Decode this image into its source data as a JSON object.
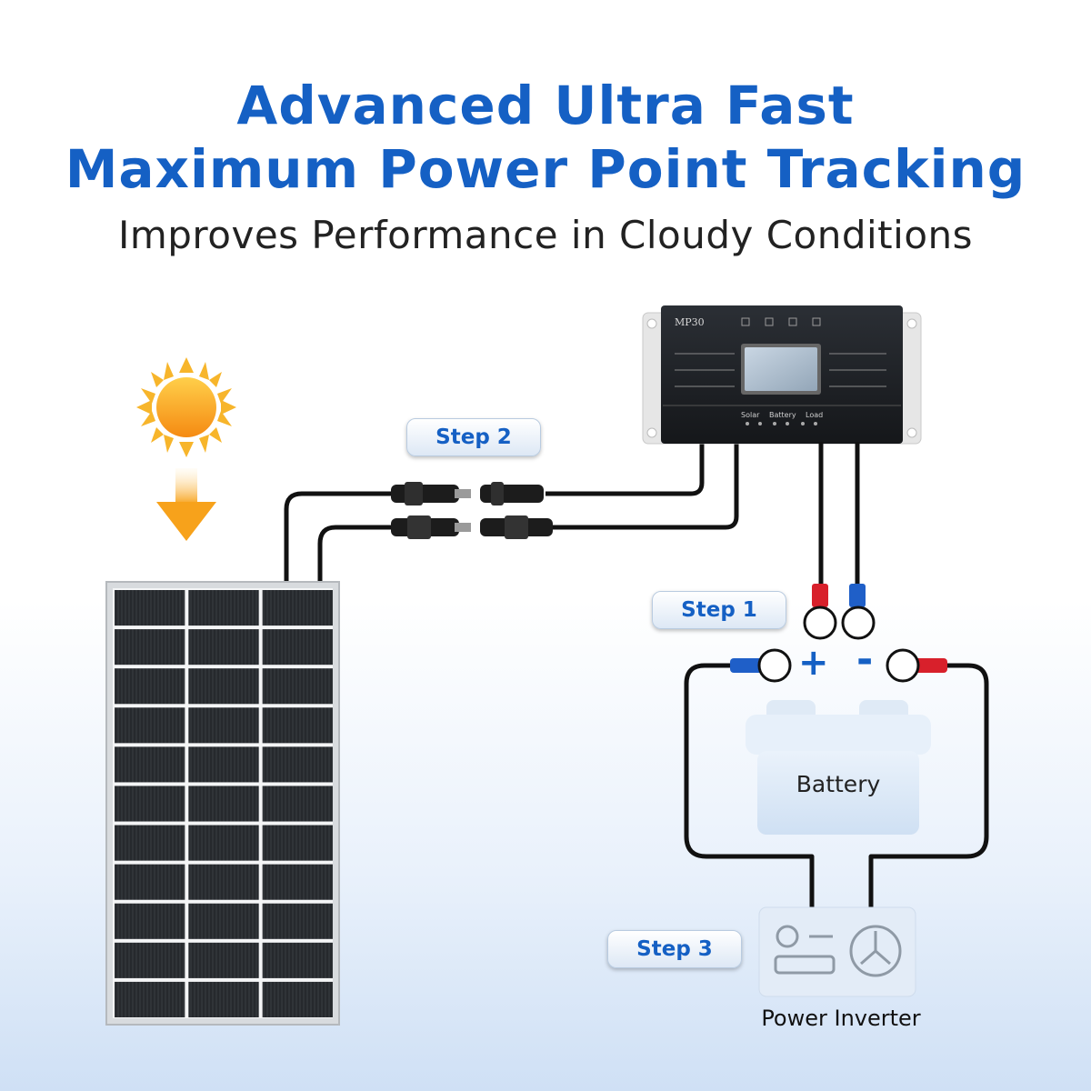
{
  "header": {
    "title_line1": "Advanced Ultra Fast",
    "title_line2": "Maximum Power Point Tracking",
    "subtitle": "Improves Performance in Cloudy Conditions"
  },
  "steps": {
    "step1": "Step 1",
    "step2": "Step 2",
    "step3": "Step 3"
  },
  "labels": {
    "battery": "Battery",
    "inverter": "Power Inverter",
    "plus": "+",
    "minus": "-"
  },
  "controller": {
    "model": "MP30",
    "solar_label": "Solar",
    "battery_label": "Battery",
    "load_label": "Load"
  },
  "colors": {
    "title_blue": "#1560c4",
    "wire": "#111111",
    "sun": "#f7a21b",
    "terminal_red": "#d8202b",
    "terminal_blue": "#1f5fc8"
  }
}
